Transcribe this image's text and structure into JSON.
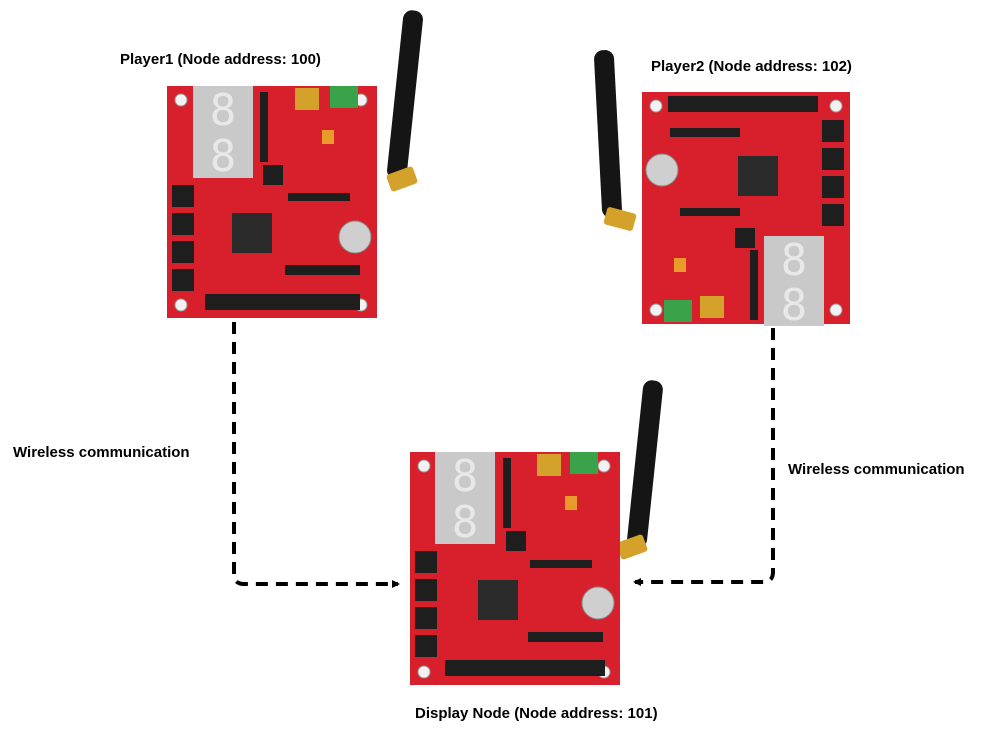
{
  "nodes": {
    "player1": {
      "label": "Player1 (Node address: 100)"
    },
    "player2": {
      "label": "Player2 (Node address: 102)"
    },
    "display": {
      "label": "Display Node (Node address: 101)"
    }
  },
  "links": {
    "left_label": "Wireless communication",
    "right_label": "Wireless communication"
  },
  "colors": {
    "pcb": "#d8202c",
    "pcb_dark": "#b5141f",
    "segment_display": "#c9c9c9",
    "segment_lit": "#e8e8e8",
    "chip": "#2b2b2b",
    "header": "#1e1e1e",
    "antenna": "#151515",
    "gold": "#d4a22a",
    "terminal": "#3aa34a",
    "arrow": "#000000"
  }
}
